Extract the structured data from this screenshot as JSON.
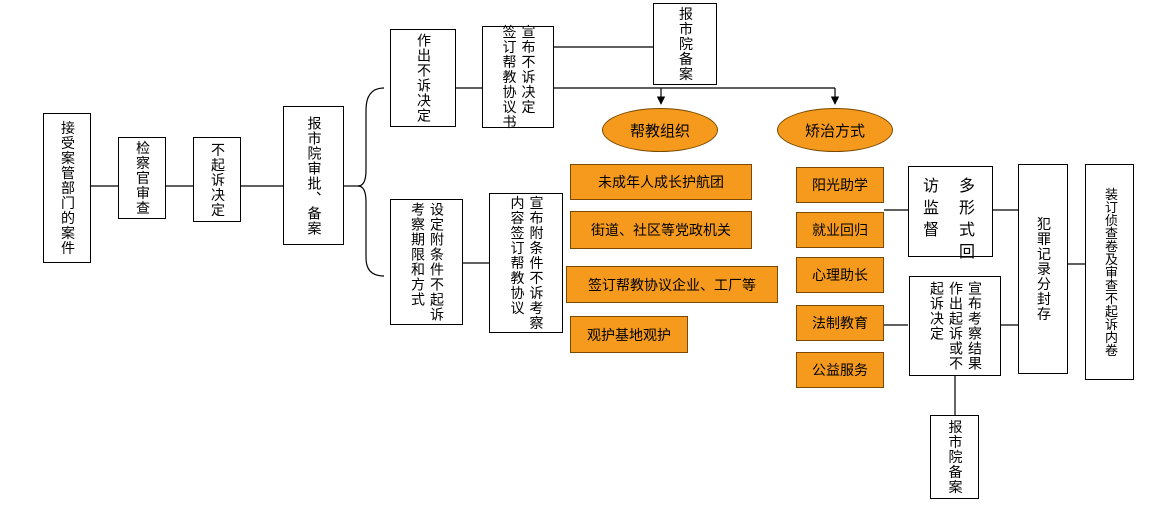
{
  "flow": {
    "receive_case": [
      "接受案管部门的案件"
    ],
    "prosecutor_review": [
      "检察官审查"
    ],
    "no_prosecution": [
      "不起诉决定"
    ],
    "city_approval": [
      "报市院审批、备案"
    ],
    "decision_no_prosecution": [
      "作出不诉决定"
    ],
    "announce_sign": [
      "宣布不诉决定",
      "签订帮教协议书"
    ],
    "report_city_top": [
      "报市院备案"
    ],
    "conditional_period": [
      "设定附条件不起诉",
      "考察期限和方式"
    ],
    "announce_content": [
      "宣布附条件不诉考察",
      "内容签订帮教协议"
    ],
    "announce_result": [
      "宣布考察结果",
      "作出起诉或不",
      "起诉决定"
    ],
    "report_city_bottom": [
      "报市院备案"
    ],
    "criminal_record": [
      "犯罪记录分封存"
    ],
    "bind_files": [
      "装订侦查卷及审查不起诉内卷"
    ]
  },
  "supervision": {
    "col1": "访监督",
    "col2": "多形式回"
  },
  "help_org": {
    "title": "帮教组织",
    "items": [
      "未成年人成长护航团",
      "街道、社区等党政机关",
      "签订帮教协议企业、工厂等",
      "观护基地观护"
    ]
  },
  "correction": {
    "title": "矫治方式",
    "items": [
      "阳光助学",
      "就业回归",
      "心理助长",
      "法制教育",
      "公益服务"
    ]
  },
  "colors": {
    "orange": "#f59a1c",
    "line": "#000000"
  }
}
